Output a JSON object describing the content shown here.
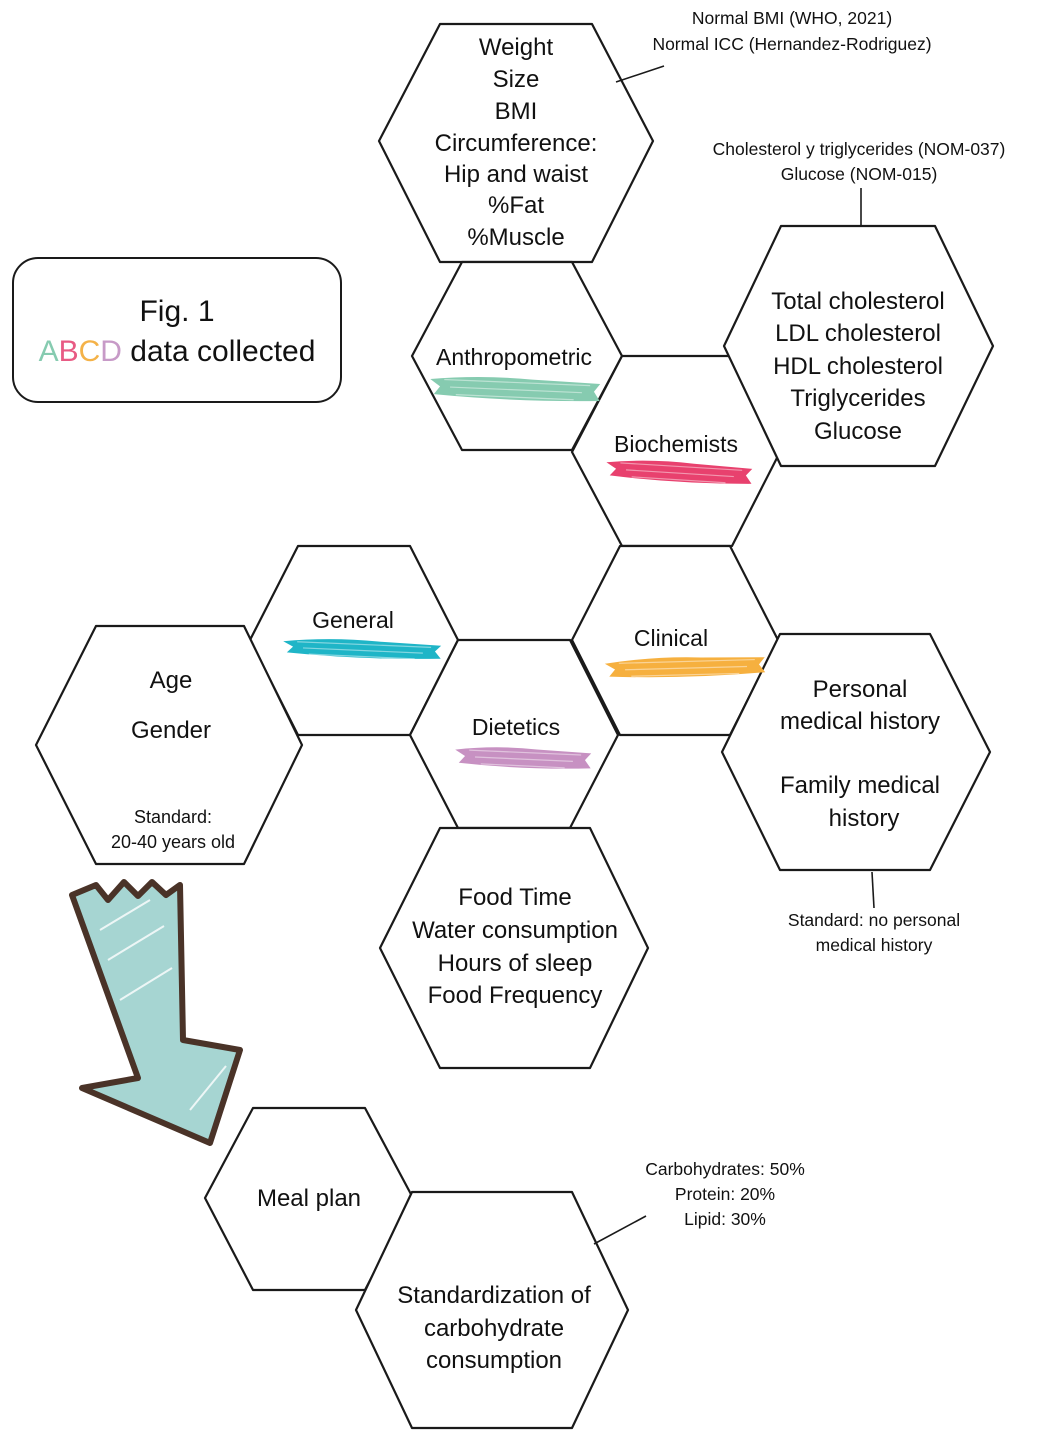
{
  "legend": {
    "fig_label": "Fig. 1",
    "letters": [
      {
        "char": "A",
        "color": "#86cbb0"
      },
      {
        "char": "B",
        "color": "#e85b84"
      },
      {
        "char": "C",
        "color": "#f4b248"
      },
      {
        "char": "D",
        "color": "#c79ac7"
      }
    ],
    "suffix": " data collected"
  },
  "hexagons": {
    "anthro_measures": {
      "lines": [
        "Weight",
        "Size",
        "BMI",
        "Circumference:",
        "Hip and waist",
        "%Fat",
        "%Muscle"
      ]
    },
    "anthropometric": {
      "label": "Anthropometric",
      "stroke_color": "#86cbb0"
    },
    "biochemists": {
      "label": "Biochemists",
      "stroke_color": "#e8416e"
    },
    "biochem_measures": {
      "lines": [
        "Total cholesterol",
        "LDL cholesterol",
        "HDL cholesterol",
        "Triglycerides",
        "Glucose"
      ]
    },
    "general": {
      "label": "General",
      "stroke_color": "#1fb5c7"
    },
    "clinical": {
      "label": "Clinical",
      "stroke_color": "#f6b03f"
    },
    "dietetics": {
      "label": "Dietetics",
      "stroke_color": "#c791c2"
    },
    "age_gender": {
      "lines": [
        "Age",
        "Gender"
      ],
      "standard": [
        "Standard:",
        "20-40 years old"
      ]
    },
    "medical_history": {
      "lines": [
        "Personal",
        "medical history",
        "",
        "Family medical",
        "history"
      ]
    },
    "diet_measures": {
      "lines": [
        "Food Time",
        "Water consumption",
        "Hours of sleep",
        "Food Frequency"
      ]
    },
    "meal_plan": {
      "label": "Meal plan"
    },
    "standardization": {
      "lines": [
        "Standardization of",
        "carbohydrate",
        "consumption"
      ]
    }
  },
  "notes": {
    "anthro_note": [
      "Normal BMI (WHO, 2021)",
      "Normal ICC (Hernandez-Rodriguez)"
    ],
    "biochem_note": [
      "Cholesterol y triglycerides (NOM-037)",
      "Glucose (NOM-015)"
    ],
    "history_note": [
      "Standard: no personal",
      "medical history"
    ],
    "macro_note": [
      "Carbohydrates: 50%",
      "Protein: 20%",
      "Lipid: 30%"
    ]
  },
  "arrow": {
    "fill_color": "#a6d5d2",
    "outline_color": "#4a3328"
  }
}
